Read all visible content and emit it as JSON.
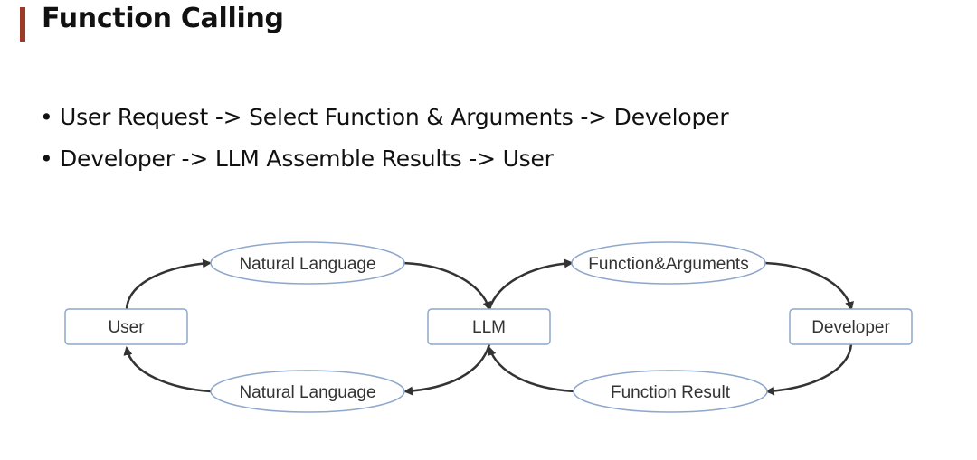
{
  "slide": {
    "title": "Function Calling",
    "accent_color": "#9b3a27",
    "bullets": [
      "User Request -> Select Function & Arguments -> Developer",
      "Developer -> LLM Assemble Results -> User"
    ],
    "bullet_glyph": "•"
  },
  "diagram": {
    "node_border_color": "#8ea7cc",
    "arrow_color": "#333333",
    "nodes": {
      "user": "User",
      "llm": "LLM",
      "developer": "Developer"
    },
    "edges": {
      "user_to_llm": "Natural Language",
      "llm_to_user": "Natural Language",
      "llm_to_developer": "Function&Arguments",
      "developer_to_llm": "Function Result"
    }
  }
}
